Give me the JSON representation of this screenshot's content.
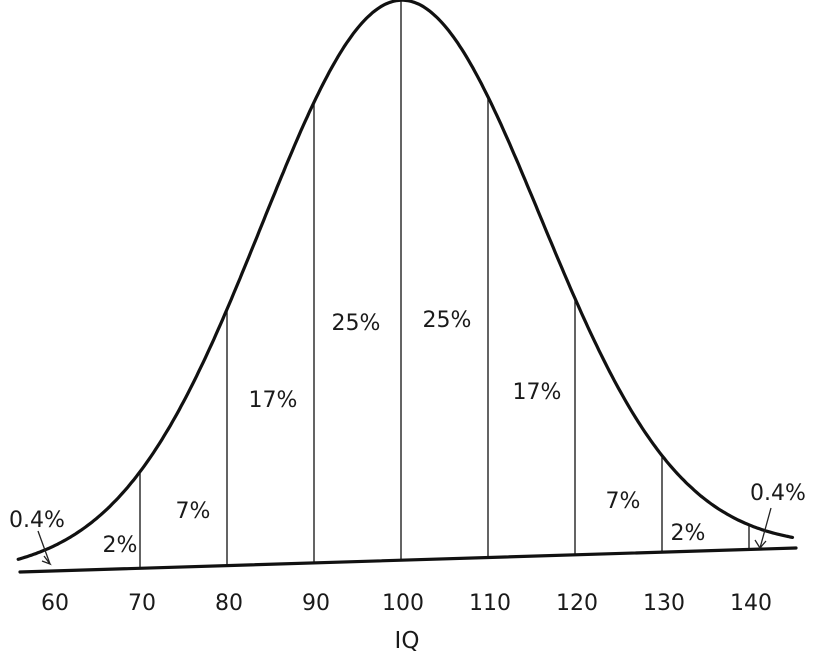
{
  "chart_data": {
    "type": "area",
    "title": "",
    "xlabel": "IQ",
    "ylabel": "",
    "distribution": {
      "mean": 100,
      "sd": 16
    },
    "xlim": [
      56,
      145
    ],
    "ticks": [
      "60",
      "70",
      "80",
      "90",
      "100",
      "110",
      "120",
      "130",
      "140"
    ],
    "dividers": [
      70,
      80,
      90,
      100,
      110,
      120,
      130,
      140
    ],
    "bands": [
      {
        "from": 56,
        "to": 60,
        "label": "0.4%"
      },
      {
        "from": 60,
        "to": 70,
        "label": "2%"
      },
      {
        "from": 70,
        "to": 80,
        "label": "7%"
      },
      {
        "from": 80,
        "to": 90,
        "label": "17%"
      },
      {
        "from": 90,
        "to": 100,
        "label": "25%"
      },
      {
        "from": 100,
        "to": 110,
        "label": "25%"
      },
      {
        "from": 110,
        "to": 120,
        "label": "17%"
      },
      {
        "from": 120,
        "to": 130,
        "label": "7%"
      },
      {
        "from": 130,
        "to": 140,
        "label": "2%"
      },
      {
        "from": 140,
        "to": 145,
        "label": "0.4%"
      }
    ],
    "grid": false,
    "legend": "none"
  }
}
